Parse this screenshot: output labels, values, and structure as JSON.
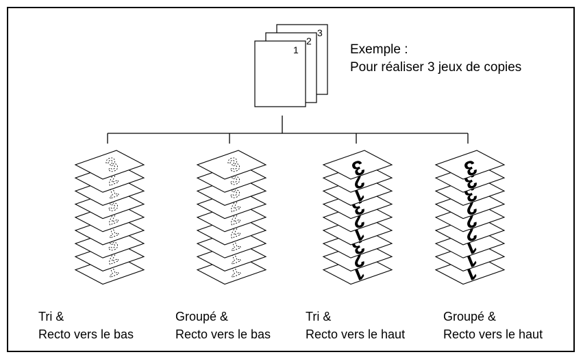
{
  "example": {
    "title": "Exemple :",
    "description": "Pour réaliser 3 jeux de copies",
    "page_numbers": [
      "1",
      "2",
      "3"
    ]
  },
  "sets": 3,
  "outputs": [
    {
      "line1": "Tri &",
      "line2": "Recto vers le bas",
      "mode": "sort",
      "face": "down",
      "sequence": [
        3,
        2,
        1,
        3,
        2,
        1,
        3,
        2,
        1
      ]
    },
    {
      "line1": "Groupé &",
      "line2": "Recto vers le bas",
      "mode": "group",
      "face": "down",
      "sequence": [
        3,
        3,
        3,
        2,
        2,
        2,
        1,
        1,
        1
      ]
    },
    {
      "line1": "Tri &",
      "line2": "Recto vers le haut",
      "mode": "sort",
      "face": "up",
      "sequence": [
        3,
        2,
        1,
        3,
        2,
        1,
        3,
        2,
        1
      ]
    },
    {
      "line1": "Groupé &",
      "line2": "Recto vers le haut",
      "mode": "group",
      "face": "up",
      "sequence": [
        3,
        3,
        3,
        2,
        2,
        2,
        1,
        1,
        1
      ]
    }
  ]
}
